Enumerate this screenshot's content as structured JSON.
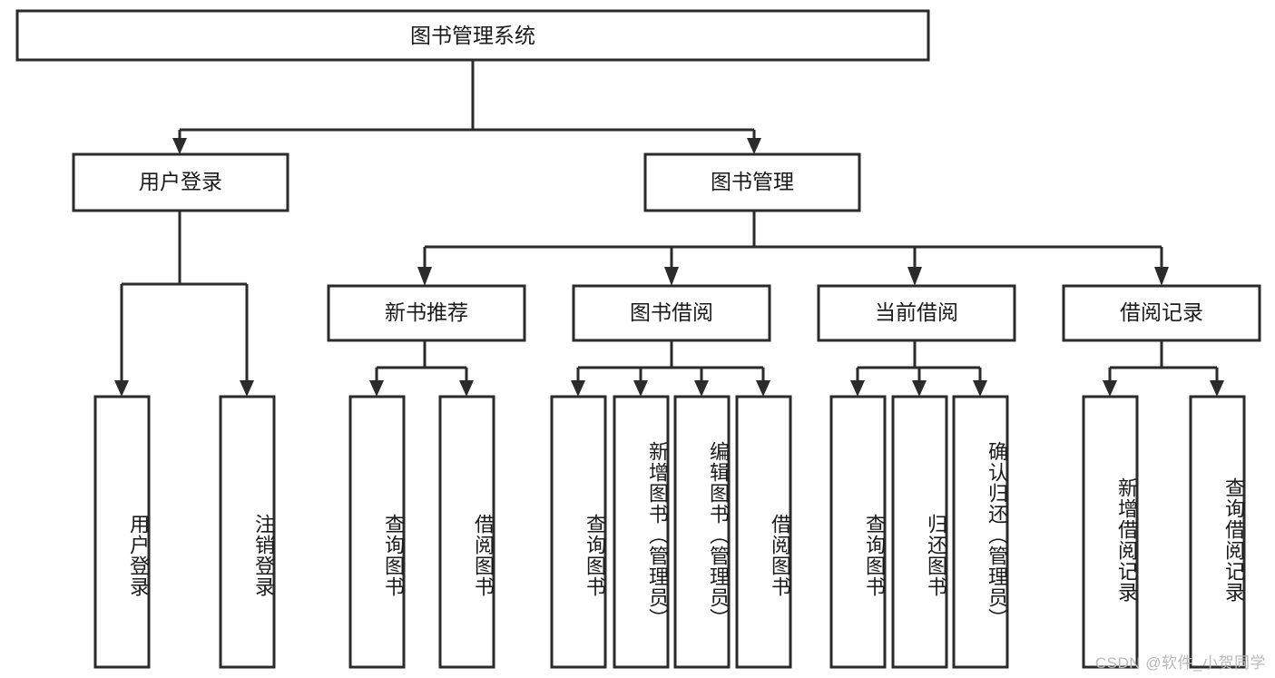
{
  "diagram": {
    "type": "tree-hierarchy-flowchart",
    "title": "图书管理系统",
    "watermark": "CSDN @软件_小贺同学",
    "colors": {
      "box_stroke": "#2b2b2b",
      "box_fill": "#ffffff",
      "line": "#2b2b2b",
      "text": "#1a1a1a",
      "watermark": "#b9b9b9",
      "background": "#ffffff"
    },
    "nodes": {
      "root": {
        "label": "图书管理系统",
        "level": 0,
        "orientation": "horizontal"
      },
      "l1": [
        {
          "id": "user-login",
          "label": "用户登录",
          "orientation": "horizontal"
        },
        {
          "id": "book-manage",
          "label": "图书管理",
          "orientation": "horizontal"
        }
      ],
      "l2": [
        {
          "id": "new-book-recommend",
          "label": "新书推荐",
          "orientation": "horizontal"
        },
        {
          "id": "book-borrow",
          "label": "图书借阅",
          "orientation": "horizontal"
        },
        {
          "id": "current-borrow",
          "label": "当前借阅",
          "orientation": "horizontal"
        },
        {
          "id": "borrow-record",
          "label": "借阅记录",
          "orientation": "horizontal"
        }
      ],
      "leaves": {
        "user-login": [
          {
            "id": "leaf-user-login",
            "label": "用户登录",
            "orientation": "vertical"
          },
          {
            "id": "leaf-logout",
            "label": "注销登录",
            "orientation": "vertical"
          }
        ],
        "new-book-recommend": [
          {
            "id": "leaf-query-book-1",
            "label": "查询图书",
            "orientation": "vertical"
          },
          {
            "id": "leaf-borrow-book-1",
            "label": "借阅图书",
            "orientation": "vertical"
          }
        ],
        "book-borrow": [
          {
            "id": "leaf-query-book-2",
            "label": "查询图书",
            "orientation": "vertical"
          },
          {
            "id": "leaf-add-book",
            "label": "新增图书（管理员）",
            "orientation": "vertical"
          },
          {
            "id": "leaf-edit-book",
            "label": "编辑图书（管理员）",
            "orientation": "vertical"
          },
          {
            "id": "leaf-borrow-book-2",
            "label": "借阅图书",
            "orientation": "vertical"
          }
        ],
        "current-borrow": [
          {
            "id": "leaf-query-book-3",
            "label": "查询图书",
            "orientation": "vertical"
          },
          {
            "id": "leaf-return-book",
            "label": "归还图书",
            "orientation": "vertical"
          },
          {
            "id": "leaf-confirm-return",
            "label": "确认归还（管理员）",
            "orientation": "vertical"
          }
        ],
        "borrow-record": [
          {
            "id": "leaf-add-record",
            "label": "新增借阅记录",
            "orientation": "vertical"
          },
          {
            "id": "leaf-query-record",
            "label": "查询借阅记录",
            "orientation": "vertical"
          }
        ]
      }
    },
    "edges": [
      {
        "from": "图书管理系统",
        "to": "用户登录"
      },
      {
        "from": "图书管理系统",
        "to": "图书管理"
      },
      {
        "from": "用户登录",
        "to": "用户登录"
      },
      {
        "from": "用户登录",
        "to": "注销登录"
      },
      {
        "from": "图书管理",
        "to": "新书推荐"
      },
      {
        "from": "图书管理",
        "to": "图书借阅"
      },
      {
        "from": "图书管理",
        "to": "当前借阅"
      },
      {
        "from": "图书管理",
        "to": "借阅记录"
      },
      {
        "from": "新书推荐",
        "to": "查询图书"
      },
      {
        "from": "新书推荐",
        "to": "借阅图书"
      },
      {
        "from": "图书借阅",
        "to": "查询图书"
      },
      {
        "from": "图书借阅",
        "to": "新增图书（管理员）"
      },
      {
        "from": "图书借阅",
        "to": "编辑图书（管理员）"
      },
      {
        "from": "图书借阅",
        "to": "借阅图书"
      },
      {
        "from": "当前借阅",
        "to": "查询图书"
      },
      {
        "from": "当前借阅",
        "to": "归还图书"
      },
      {
        "from": "当前借阅",
        "to": "确认归还（管理员）"
      },
      {
        "from": "借阅记录",
        "to": "新增借阅记录"
      },
      {
        "from": "借阅记录",
        "to": "查询借阅记录"
      }
    ]
  }
}
